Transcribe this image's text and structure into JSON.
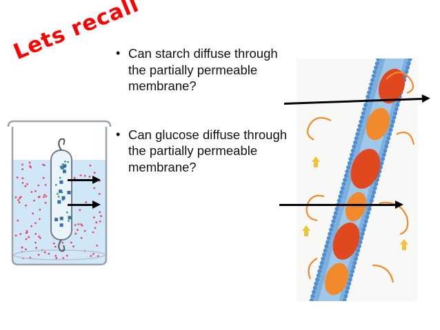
{
  "slide": {
    "title": "Lets recall",
    "bullets": [
      {
        "text": "Can starch diffuse through the partially permeable membrane?"
      },
      {
        "text": "Can glucose diffuse through the partially permeable membrane?"
      }
    ],
    "bullet_glyph": "•"
  },
  "colors": {
    "title": "#ff0000",
    "text": "#111111",
    "water": "#cfe7f7",
    "glucose_dot": "#e8456a",
    "starch": "#3a6ea5",
    "membrane_blue": "#7fb0dd",
    "protein_red": "#e0491f",
    "protein_orange": "#f08a2c",
    "arrow": "#000000"
  }
}
